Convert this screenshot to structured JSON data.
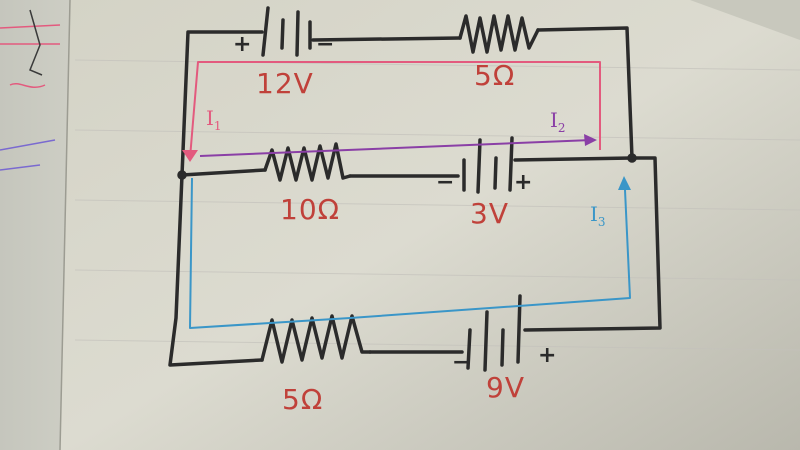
{
  "diagram": {
    "batteries": [
      {
        "id": "top",
        "label": "12V",
        "pos": "+",
        "neg": "−"
      },
      {
        "id": "middle",
        "label": "3V",
        "pos": "+",
        "neg": "−"
      },
      {
        "id": "bottom",
        "label": "9V",
        "pos": "+",
        "neg": "−"
      }
    ],
    "resistors": [
      {
        "id": "top",
        "label": "5Ω"
      },
      {
        "id": "middle",
        "label": "10Ω"
      },
      {
        "id": "bottom",
        "label": "5Ω"
      }
    ],
    "currents": [
      {
        "id": "I1",
        "name": "I",
        "sub": "1",
        "color": "#e35a7e"
      },
      {
        "id": "I2",
        "name": "I",
        "sub": "2",
        "color": "#8a3fa6"
      },
      {
        "id": "I3",
        "name": "I",
        "sub": "3",
        "color": "#3a96c8"
      }
    ],
    "colors": {
      "wire": "#2b2b2b",
      "value_labels": "#c0413a",
      "paper": "#d9d8cc"
    }
  }
}
